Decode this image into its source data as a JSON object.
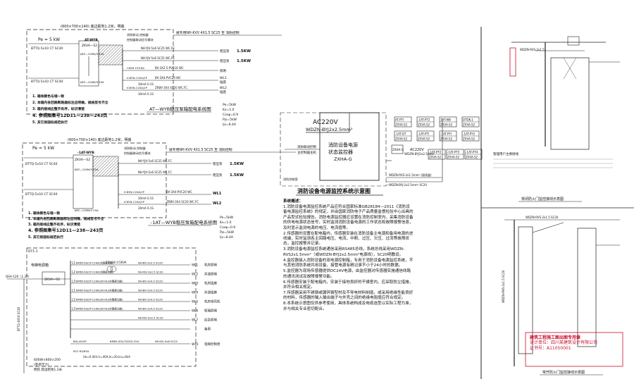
{
  "panel1": {
    "cabinet_size": "(600×700×140) 底边距地1.2米，明装",
    "pe": "Pe = 5 kW",
    "cabinet_code": "AT-WYB",
    "inlet_cable": "BTTQ-5x10 CT SC40",
    "main_switch": "ZKVA—S2",
    "breaker_top": "JMZ—100M/3 25A",
    "breaker_bottom": "JMZ—100M/3 25A",
    "fire_cable": "接专用NH-KVV 4X1.5 SC25 至 消防控制",
    "fire_note": "控制器联动信号模块",
    "c1_breaker": "",
    "c1_cable": "NH-YJV-5x6 SC25 WC.FC",
    "c1_tag": "稳压泵",
    "c1_kw": "1.5KW",
    "c2_breaker": "",
    "c2_cable": "NH-YJV-5x6 SC25 WC.FC",
    "c2_tag": "稳压泵",
    "c2_kw": "1.5KW",
    "c3_breaker": "C65N 1P/16A",
    "c3_cable": "BV-3X2.5-PVC16 WC",
    "c3_tag": "照明",
    "c4_breaker": "IC65N-C20A/2P",
    "c4_cable": "BV-3X4-PVC20 WC",
    "c4_tag": "插座",
    "c4_code": "WL1",
    "c5_breaker": "IC65N-C20A/2P",
    "c5_cable": "ZRBV-3X4 SC20 WC.FC",
    "c5_tag": "插座",
    "c5_code": "WL2",
    "c45_rcd": "30mA 0.1S",
    "title": "AT—WYB稳压泵箱配电系统图",
    "params": [
      "Pe=5kW",
      "Kx=1.0",
      "Cosφ=0.9",
      "Pjs=5kW",
      "Ijs=8.4A"
    ],
    "notes": [
      "1. 箱体颜色与墙一致",
      "2. 本箱内各回路断路器标注应明确，规格型号齐全",
      "3. 箱内接线应整齐有序，标识清楚",
      "4. 参照图集号12D11—238—243页",
      "5. 其它按国标规范执行"
    ]
  },
  "panel2": {
    "cabinet_size": "(600×700×140) 底边距地1.2米，明装",
    "pe": "Pe = 5 kW",
    "inlet_cable": "BTTQ-5x10 CT SC40",
    "main_switch": "ZKVA—S2",
    "breaker_top": "JMZ—100M/3 25A",
    "breaker_bottom": "JMZ—100M/3 25A",
    "fire_cable": "接专用NH-KVV 4X1.5 SC25 至 消防控制",
    "fire_note": "控制器联动信号模块",
    "c1_cable": "NH-YJV-5x6 SC25 WC.FC",
    "c1_tag": "稳压泵",
    "c1_kw": "1.5KW",
    "c2_cable": "NH-YJV-5x6 SC25 WC.FC",
    "c2_tag": "稳压泵",
    "c2_kw": "1.5KW",
    "c3_breaker": "IC65N-C20A/2P",
    "c3_cable": "BV-3X4-PVC20 WC",
    "c3_tag": "WL1",
    "c4_breaker": "IC65N-C20A/2P",
    "c4_cable": "ZRBV-3X4 SC20 WC.FC",
    "c4_tag": "WL2",
    "rcd": "30mA 0.1S",
    "title": "-1AT—WYB稳压泵箱配电系统图",
    "params": [
      "Pe=5kW",
      "Kx=1.0",
      "Cosφ=0.9",
      "Pjs=5kW",
      "Ijs=8.4A"
    ],
    "notes": [
      "1. 箱体颜色与墙一致",
      "2. 本箱内各回路断路器标注应明确，规格型号齐全",
      "3. 箱内接线应整齐有序，标识清楚",
      "4. 参照图集号12D11—238—243页",
      "5. 其它按国标规范执行"
    ]
  },
  "panel3": {
    "box_code": "DT1-1",
    "label": "电梯电源箱",
    "inlet": "QSA-120（1.2P）",
    "main_switch": "ZKVA—S2",
    "size": "600W×800×200",
    "size2": "(参考尺寸)",
    "mount": "明装 底边距地1.2米",
    "vertical_cable": "BTTQ-4X16 SC40",
    "circuits": [
      {
        "n": "L1",
        "brk": "BM65-63/1P-C16A(共隔离功能)",
        "cab": "NH-BV-3x2.5 SC20",
        "code": "WL1",
        "tag": "机房照明"
      },
      {
        "n": "L2",
        "brk": "BM65-63/1P-C16A(共隔离功能)",
        "cab": "NH-YJV-3x2.5 SC20",
        "code": "WL2",
        "tag": "井道照明"
      },
      {
        "n": "L3",
        "brk": "BM65-63/2P-C16A(30mA)(共隔离功能)",
        "cab": "NH-BV-3x4.0 SC20",
        "code": "WL3",
        "tag": "机房插座"
      },
      {
        "n": "L1",
        "brk": "BM65-63/2P-C16A(30mA)(共隔离功能)",
        "cab": "NH-BV-3x4.0 SC20",
        "code": "WL4",
        "tag": "井道插座"
      },
      {
        "n": "L2",
        "brk": "BM65-63/2P-C16A(30mA)(共隔离功能)",
        "cab": "NH-BV-3x4.0 SC20",
        "code": "WL5",
        "tag": "机房排风机"
      },
      {
        "n": "L3",
        "brk": "BM65-63/2P-C16A(30mA)(共隔离功能)",
        "cab": "NH-BV-3x4.0 SC20",
        "code": "WL6",
        "tag": "轿厢照明"
      },
      {
        "n": "",
        "brk": "",
        "cab": "NH-YJV-3x2.5 SC20",
        "code": "WL7",
        "tag": "应急照明"
      },
      {
        "n": "",
        "brk": "",
        "cab": "",
        "code": "",
        "tag": "备用"
      }
    ],
    "transformer": "220/36 0.5KVA",
    "last_breaker": "BM65-63L/3200Z-32A",
    "last_cable": "NH-YJV-5x6 SC25",
    "last_code": "WP1",
    "last_tag": "电梯控制柜",
    "meter": "RCF-63/63A",
    "qg": "BGJ-40/3P",
    "params_line": "Ue=0.4kV,Ir=40A,In=20,Icu=6kA"
  },
  "monitor": {
    "ac": "AC220V",
    "ac_cable": "WDZN-BYJ2x2.5mm²",
    "host_l1": "消防设备电源",
    "host_l2": "状态监控器",
    "host_model": "ZXHA-G",
    "left_l1": "消防联动控制",
    "left_l2": "主控制器主机",
    "below_note": "消防控制室",
    "small_box": "ZXHA-G",
    "small_ac": "AC220V",
    "small_cable": "WDZN-BYJ2x2.5mm²",
    "rs_cable": "WDZN-RVS-2x1.5mm² (接线盒)",
    "rs_cable2": "—WDZN-BYJ-2x2.5mm² SC20",
    "title": "消防设备电源监控系统示意图",
    "modules_row1": [
      "AT-PTI",
      "-1AT-PT2",
      "1AT-WB",
      "DTDK-1"
    ],
    "modules_row1b": [
      "ZXVA-S2",
      "ZXVA-S2",
      "ZXVA-S2",
      "ZXVA-S2"
    ],
    "modules_row2": [
      "-1AT-DT",
      "-1AT-PTI",
      "-1AT-PYI",
      "-1AT-PY2"
    ],
    "modules_row2b": [
      "ZXVA-S2",
      "ZXVA-S2",
      "ZXVA-S2",
      "ZXVA-S2"
    ],
    "modules_row3": [
      "-1AT-PT2",
      "-1AT-PT3",
      "-1AT-PT4"
    ],
    "modules_row3b": [
      "ZXVA-S2",
      "ZXVA-S2",
      "ZXVA-S2"
    ]
  },
  "notes": {
    "heading": "系统概述：",
    "p": [
      "1.消防设备电源监控系统产品应符合国家标准GB28184—2011《消防设备电源监控系统》的规定，并由国家消防电子产品质量监督检验中心出具的产品型式检验报告。消防电源监控器应设置在消防控制室内，采集消防设备的供电电源状态信号，实时监测消防设备电源的工作状态和故障报警信息，及时显示监测电源的电压、电流值等。",
      "2.传感器的设置在配电箱内，传感器安装在消防设备主电源和备用电源的进线端，实时监测各主回路电压、电流，中断、过压、欠压、过流等故障状态，监控报警并记录。",
      "3.消防设备电源监控系统通信采用RS485总线，系统总线采用WDZN-RVS2x1.5mm²（或WDZN-BYJ2x2.5mm²电源线），SC20明敷设。",
      "4.监控器接入消防设备的双电源控制箱，专用于消防设备电源监控系统，不与其他消防系统共用设备，接管电源有精记录不小于24小时的数据。",
      "5.监控器为现场传感器提供DC24V电源，由监控器对传感器实施通信线路的通讯测试及故障报警功能。",
      "6.传感器安装于配电箱内，安装于接地良好的干燥室内，应采取防尘措施，并符合相关规定。",
      "7.传感器采用不锈钢或镀锌钢型材及不导电材料制造，或采用绝缘性能良好的材料，传感器的输入输出端子与外壳之间的绝缘电阻值应符合规定。",
      "8.本系统示意图仅供参考使用，具体系统构成及电缆选型以实际工程为准，并与相关专业密切配合。"
    ]
  },
  "right": {
    "top_cable": "WDZN-RVS-2x1.5",
    "top_note": "管理用户主要接线",
    "top_title": "常闭防火门监控接线示意图",
    "mid_cable": "WDZN-RVS-2x1.5 SC20",
    "mid_vert": "WDZN-RVS-2x1.5 SC20",
    "stamp_l1": "建筑工程施工图出图专用章",
    "stamp_l2": "设计单位：四川某建筑设计有限公司",
    "stamp_l3": "证书号：A11050001",
    "bottom_title": "常开防火门监控接线示意图"
  }
}
